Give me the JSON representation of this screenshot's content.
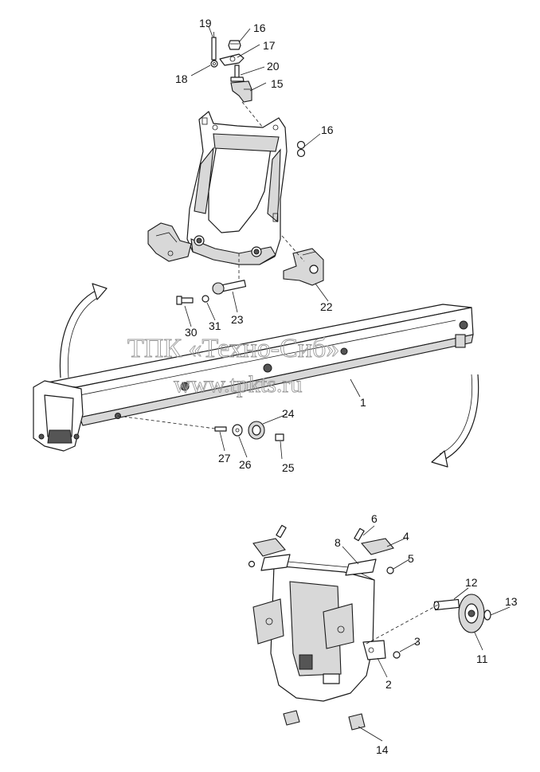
{
  "watermark": {
    "line1": "ТПК «Техно-Сиб»",
    "line2": "www.tpkts.ru"
  },
  "callouts": {
    "c1": "1",
    "c2": "2",
    "c3": "3",
    "c4": "4",
    "c5": "5",
    "c6": "6",
    "c8": "8",
    "c11": "11",
    "c12": "12",
    "c13": "13",
    "c14": "14",
    "c15": "15",
    "c16a": "16",
    "c16b": "16",
    "c17": "17",
    "c18": "18",
    "c19": "19",
    "c20": "20",
    "c22": "22",
    "c23": "23",
    "c24": "24",
    "c25": "25",
    "c26": "26",
    "c27": "27",
    "c30": "30",
    "c31": "31"
  }
}
